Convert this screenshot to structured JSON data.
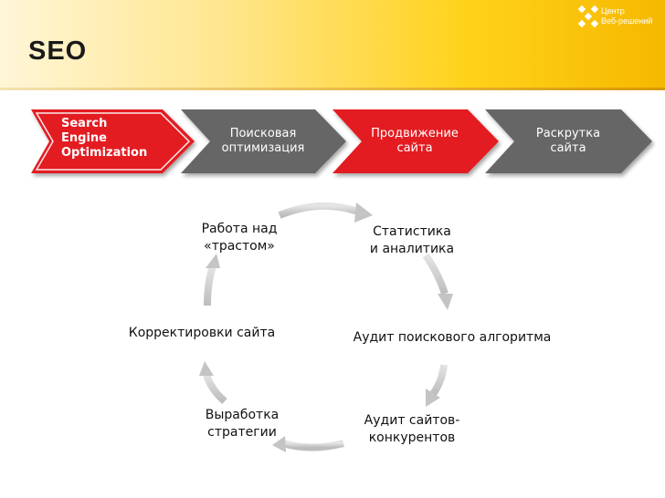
{
  "slide": {
    "title": "SEO",
    "logo_line1": "Центр",
    "logo_line2": "Веб-решений"
  },
  "process": [
    {
      "line1": "Search",
      "line2": "Engine",
      "line3": "Optimization",
      "color": "#e31e24",
      "active": true
    },
    {
      "line1": "Поисковая",
      "line2": "оптимизация",
      "color": "#666666",
      "active": false
    },
    {
      "line1": "Продвижение",
      "line2": "сайта",
      "color": "#e31e24",
      "active": false
    },
    {
      "line1": "Раскрутка",
      "line2": "сайта",
      "color": "#666666",
      "active": false
    }
  ],
  "cycle": {
    "node_trust_1": "Работа над",
    "node_trust_2": "«трастом»",
    "node_stats_1": "Статистика",
    "node_stats_2": "и аналитика",
    "node_audit_algo": "Аудит поискового алгоритма",
    "node_audit_sites_1": "Аудит сайтов-",
    "node_audit_sites_2": "конкурентов",
    "node_strategy_1": "Выработка",
    "node_strategy_2": "стратегии",
    "node_corrections": "Корректировки сайта"
  },
  "colors": {
    "accent_red": "#e31e24",
    "chevron_gray": "#666666",
    "arrow_gray": "#c8c8c8"
  }
}
